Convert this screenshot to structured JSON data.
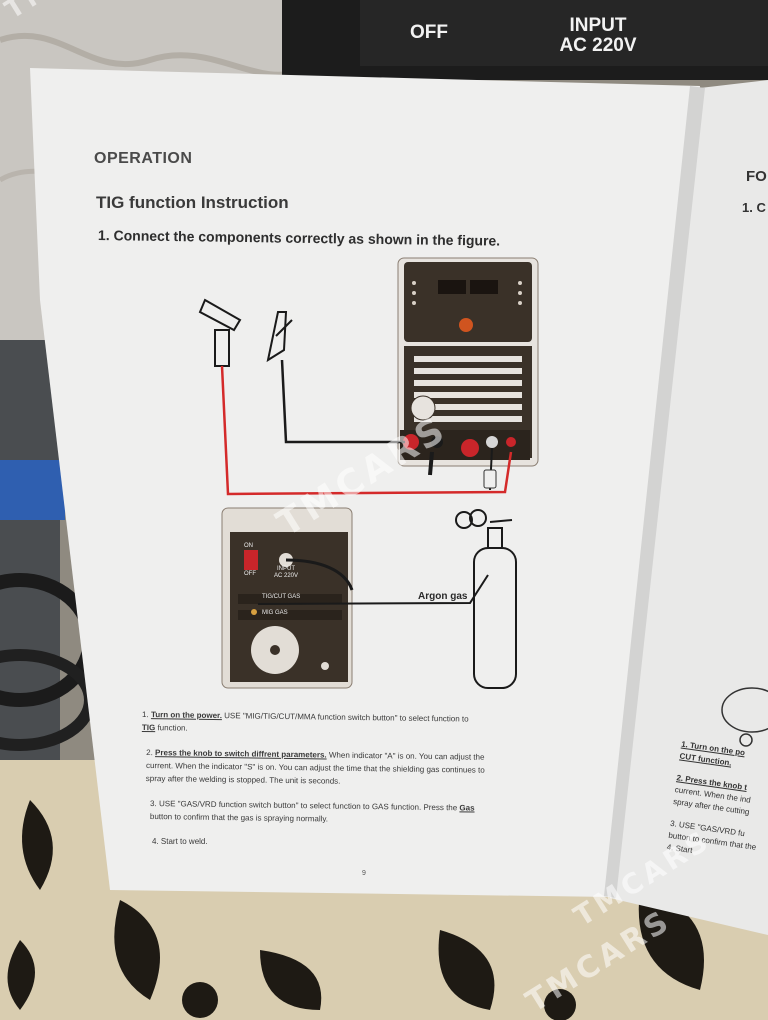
{
  "device_panel": {
    "off_label": "OFF",
    "input_label_line1": "INPUT",
    "input_label_line2": "AC 220V"
  },
  "manual_page": {
    "section_title": "OPERATION",
    "subtitle": "TIG function Instruction",
    "step_heading": "1. Connect the components correctly as shown in the figure.",
    "figure": {
      "gas_label": "Argon gas",
      "back_panel_on": "ON",
      "back_panel_off": "OFF",
      "back_panel_input": "INPUT",
      "back_panel_voltage": "AC 220V",
      "tig_cut_gas": "TIG/CUT GAS",
      "mig_gas": "MIG GAS"
    },
    "instructions": [
      {
        "num": "1.",
        "bold": "Turn on the power.",
        "rest": "USE \"MIG/TIG/CUT/MMA function switch button\" to select function to",
        "tail_bold": "TIG",
        "tail": "function."
      },
      {
        "num": "2.",
        "bold": "Press the knob to switch diffrent parameters.",
        "rest": "When indicator \"A\" is on. You can adjust the",
        "line2": "current. When the indicator \"S\" is on. You can adjust the time that the shielding gas continues to",
        "line3": "spray after the welding is stopped. The unit is seconds."
      },
      {
        "num": "3.",
        "rest": "USE \"GAS/VRD function switch button\" to select function to GAS function. Press the",
        "tail_bold": "Gas",
        "line2": "button to confirm that the gas is spraying normally."
      },
      {
        "num": "4.",
        "rest": "Start to weld."
      }
    ],
    "page_number": "9"
  },
  "right_page": {
    "heading_fragment": "FO",
    "step_fragment": "1. C",
    "instr1_fragment": "1. Turn on the po",
    "instr1_tail": "CUT function.",
    "instr2_fragment": "2. Press the knob t",
    "instr2_line2": "current. When the ind",
    "instr2_line3": "spray after the cutting",
    "instr3_fragment": "3. USE \"GAS/VRD fu",
    "instr3_line2": "button to confirm that the",
    "instr4_fragment": "4. Start"
  },
  "watermarks": [
    "TMCARS",
    "TMCARS",
    "TMCARS",
    "TMCARS"
  ],
  "colors": {
    "paper": "#efefee",
    "device_dark": "#3a3128",
    "cable_red": "#d42a2a",
    "cable_black": "#1a1a1a",
    "panel_black": "#1c1c1c"
  }
}
